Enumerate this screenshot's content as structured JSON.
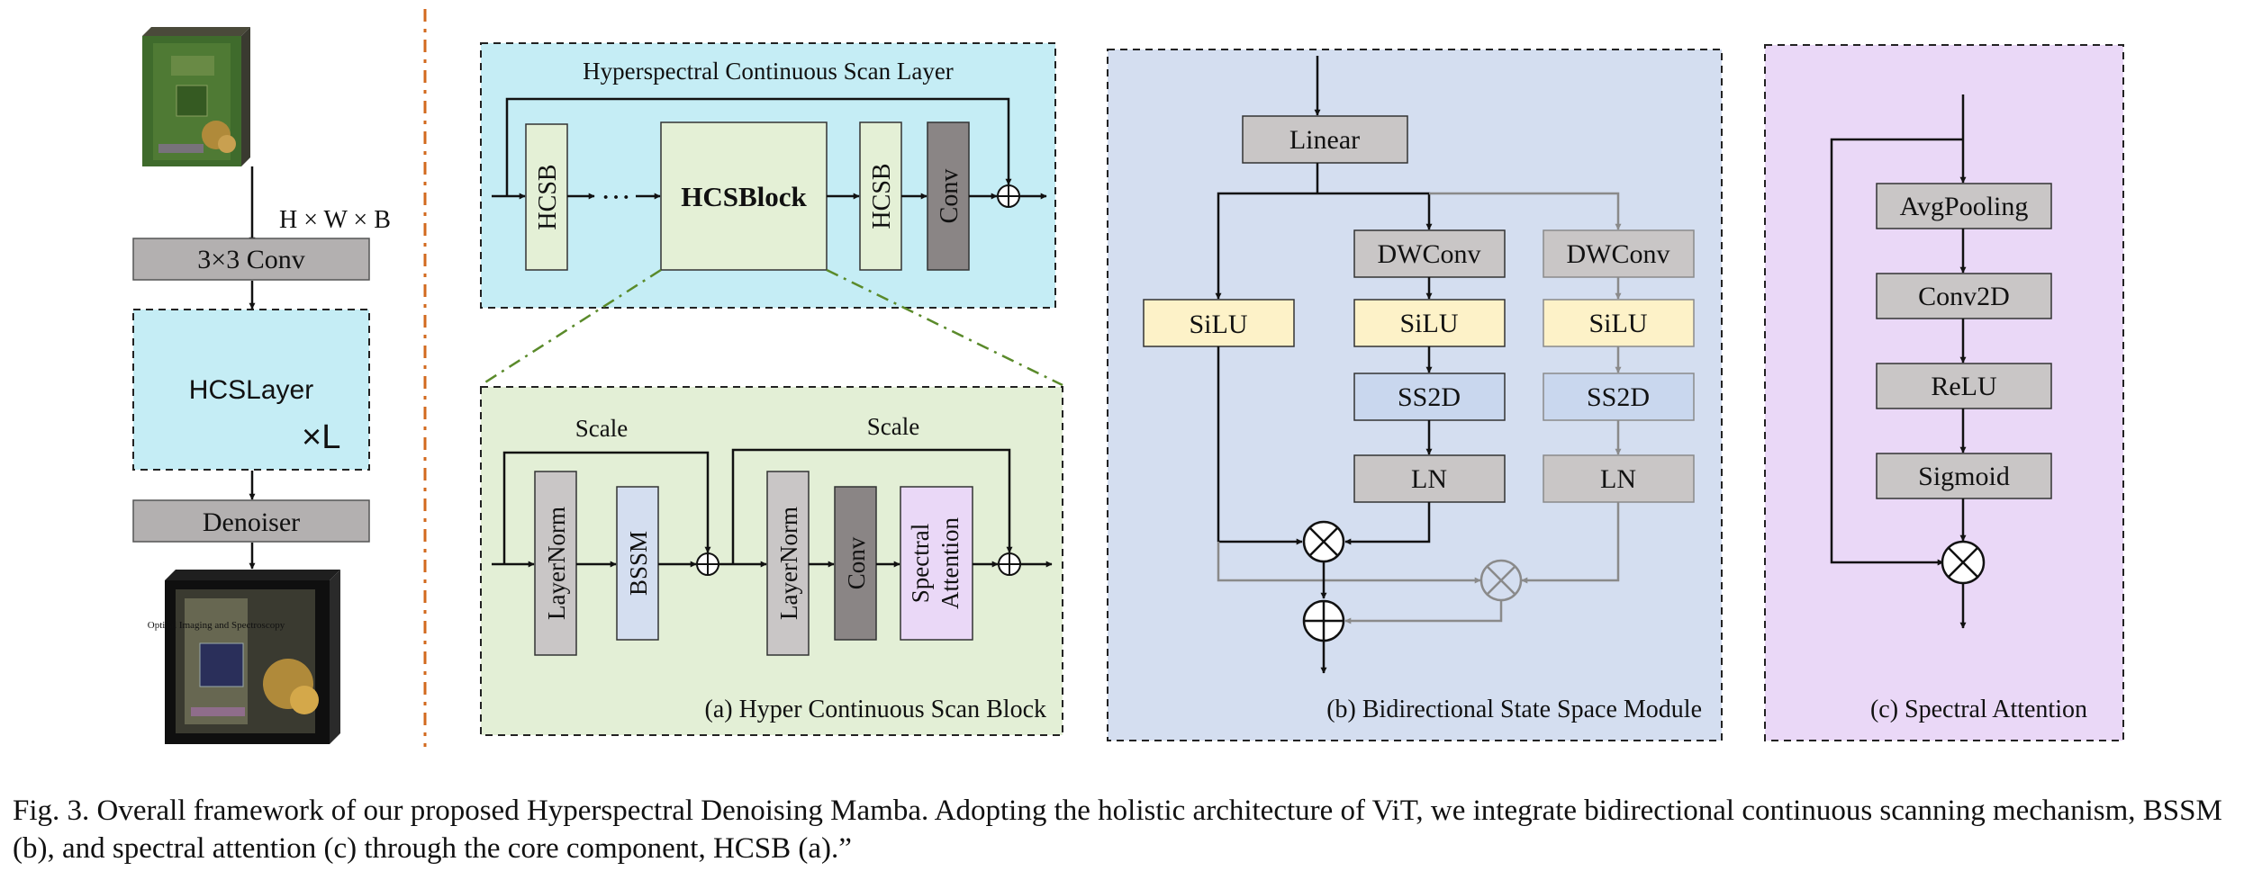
{
  "overview": {
    "dims_label": "H × W × B",
    "conv_label": "3×3 Conv",
    "layer_label": "HCSLayer",
    "repeat_label": "×L",
    "denoiser_label": "Denoiser",
    "book_title": "Optical Imaging and Spectroscopy"
  },
  "layer_panel": {
    "title": "Hyperspectral Continuous Scan Layer",
    "hcsb_left": "HCSB",
    "dots": "···",
    "block_label": "HCSBlock",
    "hcsb_right": "HCSB",
    "conv_label": "Conv"
  },
  "block_panel": {
    "scale_left": "Scale",
    "scale_right": "Scale",
    "layernorm1": "LayerNorm",
    "bssm": "BSSM",
    "layernorm2": "LayerNorm",
    "conv": "Conv",
    "spectral_line1": "Spectral",
    "spectral_line2": "Attention",
    "caption": "(a) Hyper Continuous Scan Block"
  },
  "bssm_panel": {
    "linear": "Linear",
    "silu_left": "SiLU",
    "dwconv_mid": "DWConv",
    "silu_mid": "SiLU",
    "ss2d_mid": "SS2D",
    "ln_mid": "LN",
    "dwconv_right": "DWConv",
    "silu_right": "SiLU",
    "ss2d_right": "SS2D",
    "ln_right": "LN",
    "caption": "(b) Bidirectional State Space Module"
  },
  "attn_panel": {
    "avgpool": "AvgPooling",
    "conv2d": "Conv2D",
    "relu": "ReLU",
    "sigmoid": "Sigmoid",
    "caption": "(c) Spectral Attention"
  },
  "figure_caption": "Fig. 3.  Overall framework of our proposed Hyperspectral Denoising Mamba. Adopting the holistic architecture of ViT, we integrate bidirectional continuous scanning mechanism, BSSM (b), and spectral attention (c) through the core component, HCSB (a).”",
  "colors": {
    "gray_box": "#b3b0b0",
    "dark_box": "#8a8585",
    "cyan_panel": "#c5edf5",
    "green_panel": "#e3efd6",
    "green_box": "#e4f0d6",
    "blue_panel": "#d4def0",
    "blue_box": "#c9d7ee",
    "yellow_box": "#fdf2c8",
    "purple_panel": "#ead8f7",
    "purple_box": "#ead8f7",
    "separator": "#d2691e",
    "dashdot": "#5a8a2a"
  }
}
